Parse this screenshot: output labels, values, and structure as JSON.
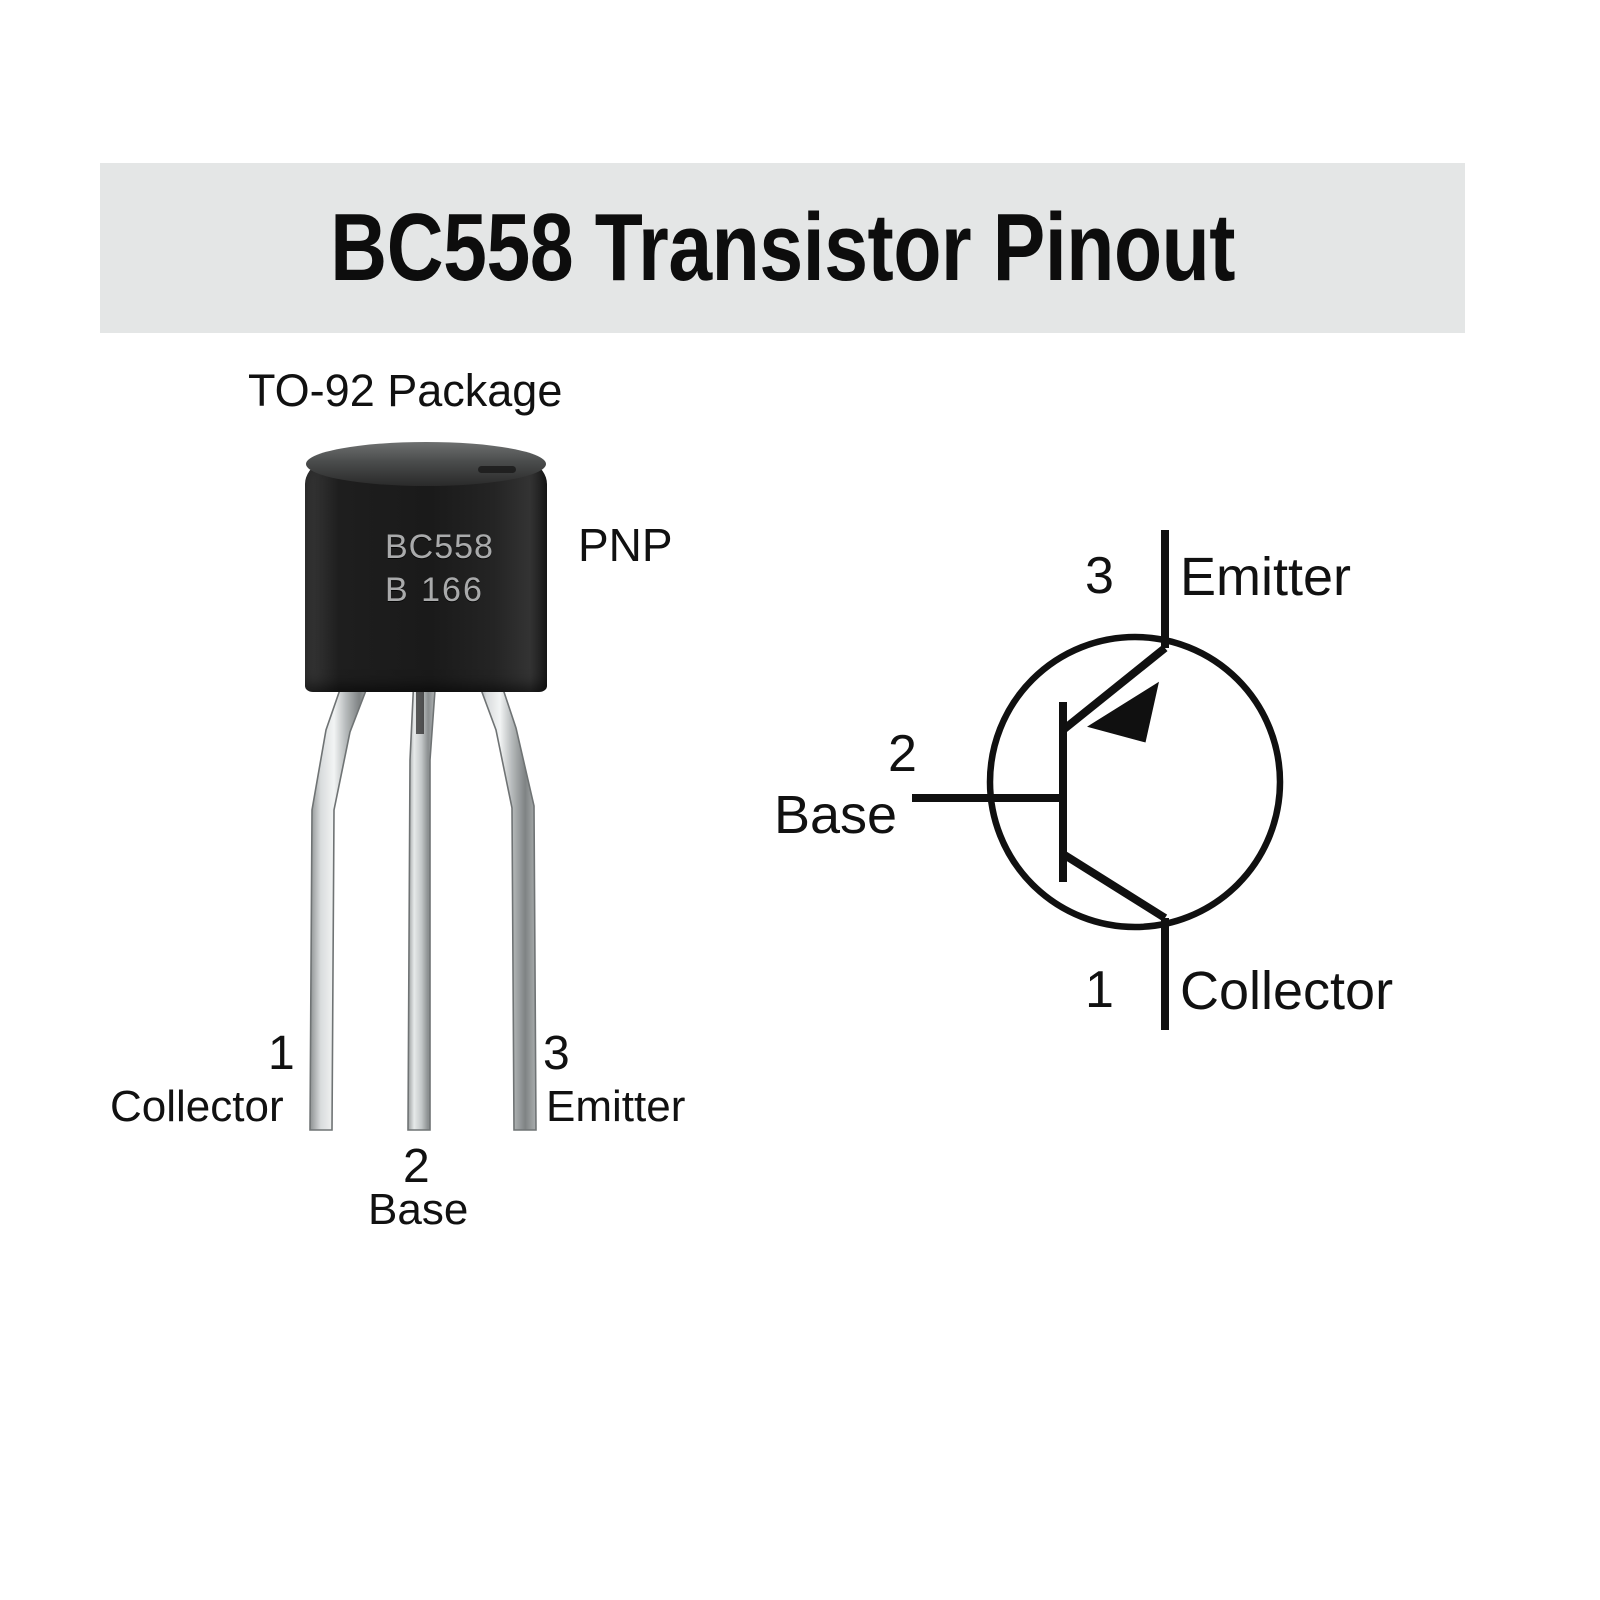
{
  "title": {
    "text": "BC558 Transistor Pinout",
    "band_color": "#e4e6e6"
  },
  "package": {
    "label": "TO-92 Package",
    "type_label": "PNP",
    "body_marking_line1": "BC558",
    "body_marking_line2": "B  166",
    "body_color": "#1e1e1e",
    "lead_color": "#b9bcbd"
  },
  "photo_pins": [
    {
      "number": "1",
      "name": "Collector"
    },
    {
      "number": "2",
      "name": "Base"
    },
    {
      "number": "3",
      "name": "Emitter"
    }
  ],
  "schematic": {
    "symbol": "pnp-bjt",
    "emitter": {
      "number": "3",
      "name": "Emitter"
    },
    "base": {
      "number": "2",
      "name": "Base"
    },
    "collector": {
      "number": "1",
      "name": "Collector"
    },
    "line_color": "#101010"
  }
}
